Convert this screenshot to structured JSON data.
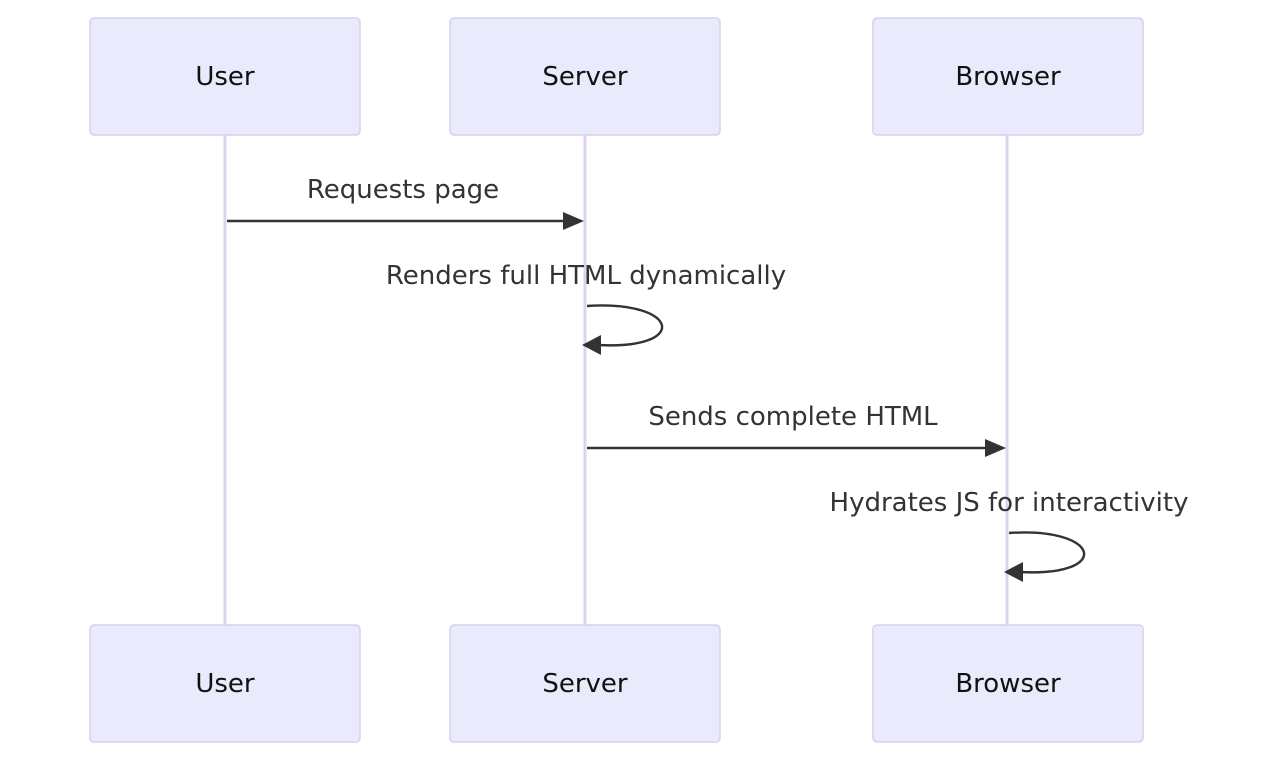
{
  "actors": [
    {
      "id": "user",
      "label": "User"
    },
    {
      "id": "server",
      "label": "Server"
    },
    {
      "id": "browser",
      "label": "Browser"
    }
  ],
  "messages": [
    {
      "from": "user",
      "to": "server",
      "label": "Requests page",
      "kind": "arrow"
    },
    {
      "from": "server",
      "to": "server",
      "label": "Renders full HTML dynamically",
      "kind": "self"
    },
    {
      "from": "server",
      "to": "browser",
      "label": "Sends complete HTML",
      "kind": "arrow"
    },
    {
      "from": "browser",
      "to": "browser",
      "label": "Hydrates JS for interactivity",
      "kind": "self"
    }
  ],
  "colors": {
    "actor_fill": "#eaeafd",
    "actor_stroke": "#d6d0ee",
    "lifeline": "#dcd3f1",
    "message": "#333333"
  }
}
